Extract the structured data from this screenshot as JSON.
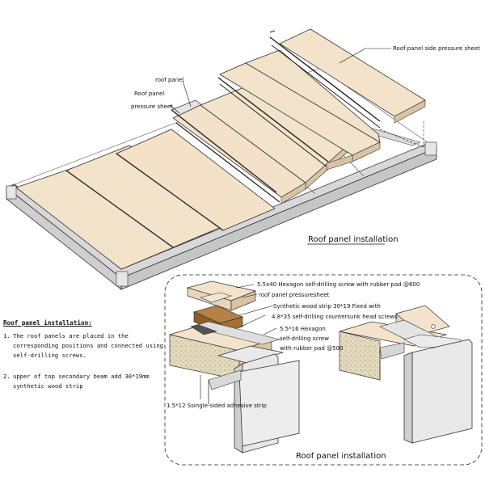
{
  "top": {
    "labels": {
      "side_pressure_sheet": "Roof panel side pressure sheet",
      "roof_panel": "roof panel",
      "roof_panel_a": "Roof panel",
      "pressure_sheet": "pressure sheet"
    },
    "title": "Roof panel installation"
  },
  "notes": {
    "heading": "Roof panel installation:",
    "items": [
      {
        "num": "1.",
        "text": "The roof panels are placed in the corresponding positions and connected using self-drilling screws."
      },
      {
        "num": "2.",
        "text": "upper of top secondary beam add 30*19mm synthetic wood strip"
      }
    ]
  },
  "detail": {
    "labels": {
      "hex_screw_600": "5.5x40 Hexagon self-drilling screw with rubber pad @600",
      "pressuresheet": "roof panel pressuresheet",
      "wood_strip": "Synthetic wood strip 30*19 Fixed with",
      "countersunk": "4.8*35 self-drilling countersunk head screws",
      "hex_a": "5.5*16 Hexagon",
      "hex_b": "self-drilling screw",
      "hex_c": "with rubber pad @500",
      "adhesive": "1.5*12 Ssingle-sided adhesive strip"
    },
    "title": "Roof panel installation"
  },
  "colors": {
    "panel": "#f3e3cc",
    "panel_edge": "#d9c3a5",
    "frame": "#d2d2d2",
    "wood": "#9a6a2c",
    "insulation": "#e6dcc2"
  }
}
